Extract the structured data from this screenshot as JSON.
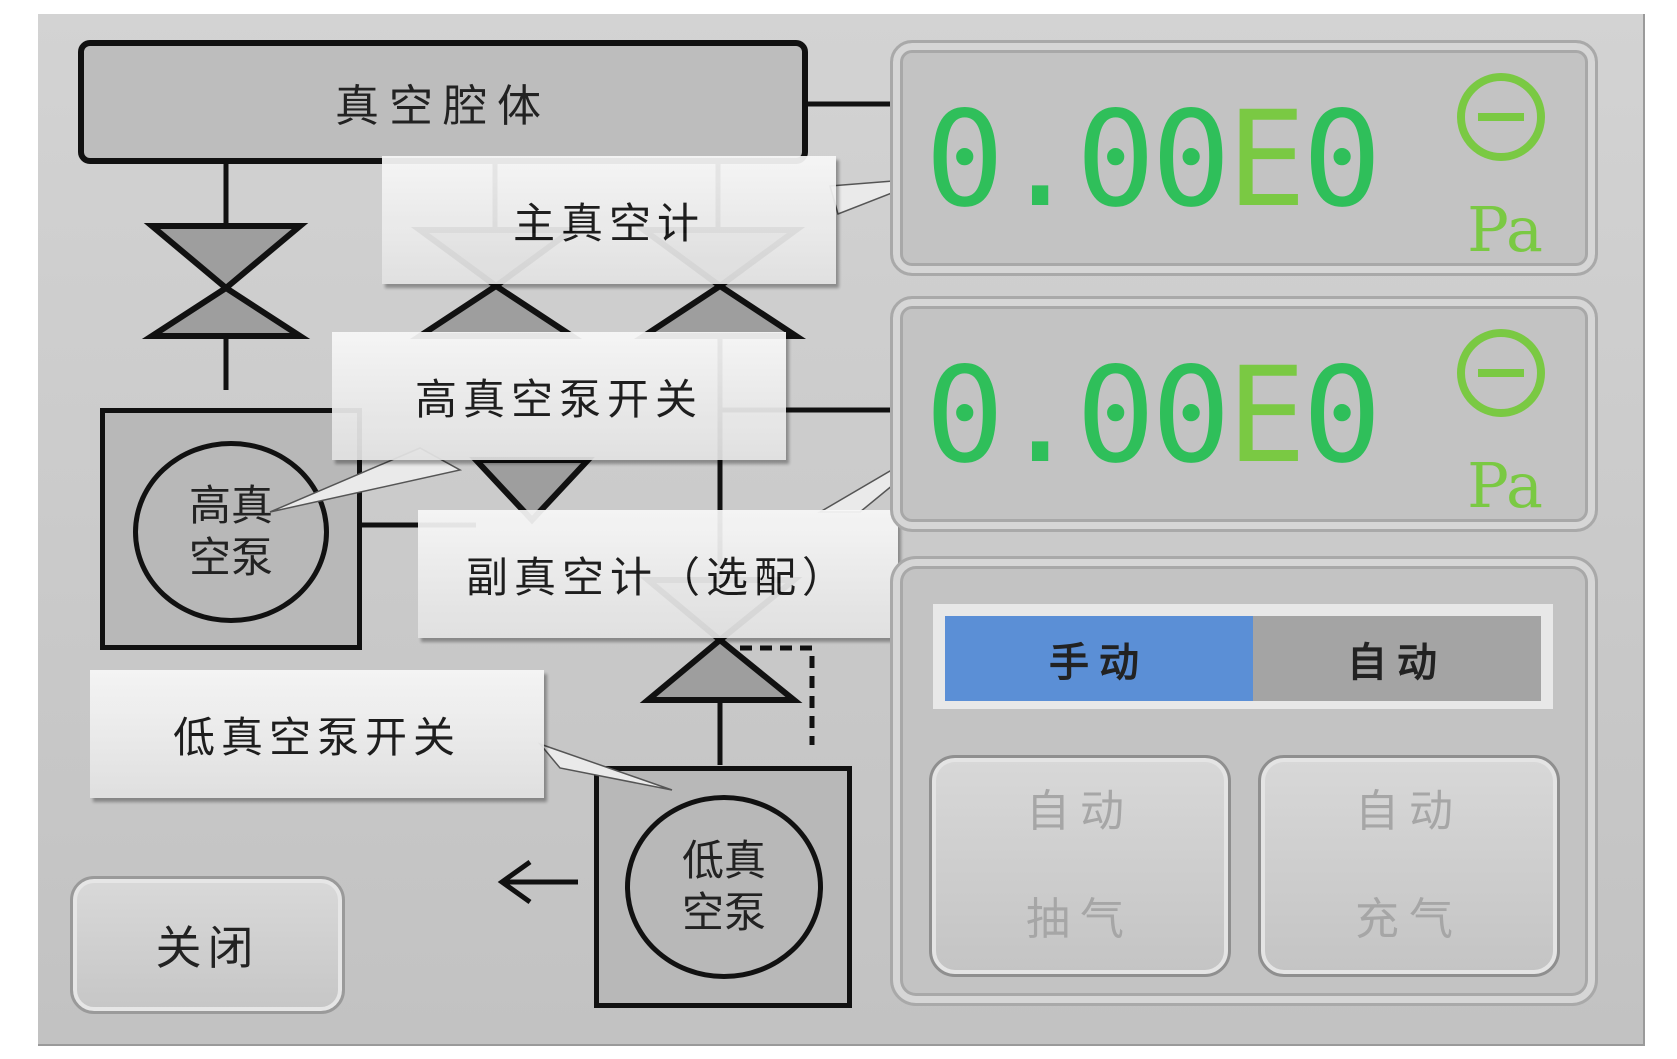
{
  "diagram": {
    "chamber_label": "真空腔体",
    "hv_pump_line1": "高真",
    "hv_pump_line2": "空泵",
    "lv_pump_line1": "低真",
    "lv_pump_line2": "空泵"
  },
  "callouts": {
    "main_gauge": "主真空计",
    "hv_pump_switch": "高真空泵开关",
    "aux_gauge": "副真空计（选配）",
    "lv_pump_switch": "低真空泵开关"
  },
  "gauges": [
    {
      "value_prefix": "0.00",
      "value_exp": "E",
      "value_suffix": "0",
      "unit": "Pa"
    },
    {
      "value_prefix": "0.00",
      "value_exp": "E",
      "value_suffix": "0",
      "unit": "Pa"
    }
  ],
  "mode": {
    "manual": "手动",
    "auto": "自动",
    "selected": "manual"
  },
  "buttons": {
    "auto_pump_line1": "自动",
    "auto_pump_line2": "抽气",
    "auto_vent_line1": "自动",
    "auto_vent_line2": "充气",
    "close": "关闭"
  },
  "colors": {
    "gauge_digits": "#2fbf5a",
    "gauge_accent": "#7ac943",
    "selected_mode": "#5b8fd6"
  }
}
